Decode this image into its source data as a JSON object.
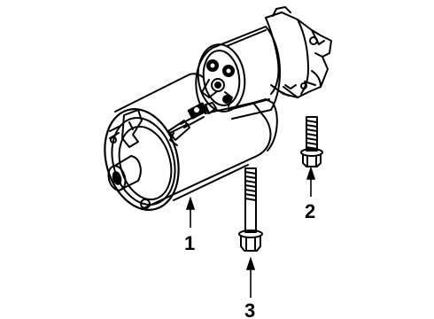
{
  "diagram": {
    "callouts": [
      {
        "id": "1",
        "label": "1"
      },
      {
        "id": "2",
        "label": "2"
      },
      {
        "id": "3",
        "label": "3"
      }
    ],
    "parts": [
      {
        "name": "starter-motor-assembly",
        "callout": "1"
      },
      {
        "name": "mounting-bolt-short",
        "callout": "2"
      },
      {
        "name": "mounting-bolt-long",
        "callout": "3"
      }
    ]
  }
}
